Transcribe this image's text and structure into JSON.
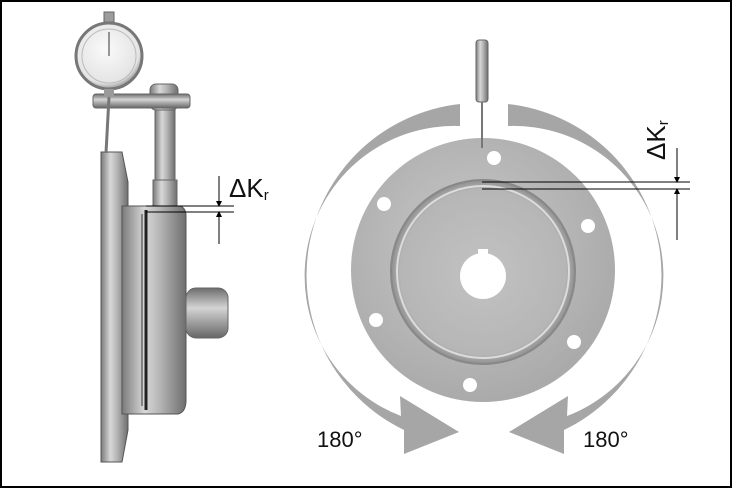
{
  "figure": {
    "rotation_left_label": "180°",
    "rotation_right_label": "180°",
    "runout_label_left": {
      "symbol": "ΔK",
      "subscript": "r"
    },
    "runout_label_right": {
      "symbol": "ΔK",
      "subscript": "r"
    }
  }
}
